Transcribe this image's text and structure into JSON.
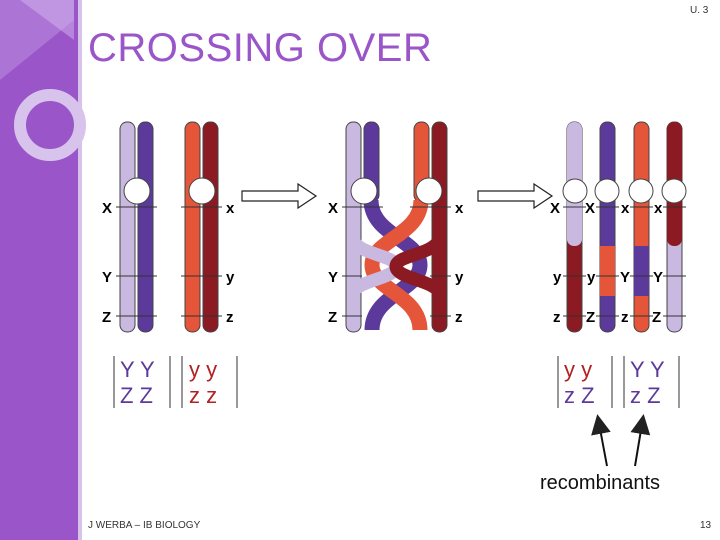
{
  "slide": {
    "title": "CROSSING OVER",
    "slide_id": "U. 3",
    "footer": "J WERBA – IB BIOLOGY",
    "page_number": "13",
    "recombinants_label": "recombinants"
  },
  "colors": {
    "sidebar": "#9a55c9",
    "chrom_light_purple": "#c9b8e0",
    "chrom_dark_purple": "#5b3a9c",
    "chrom_light_red": "#e4553a",
    "chrom_dark_red": "#8b1a22"
  },
  "diagram": {
    "before": {
      "left_labels": [
        "X",
        "Y",
        "Z"
      ],
      "right_labels": [
        "x",
        "y",
        "z"
      ]
    },
    "crossing": {
      "left_labels": [
        "X",
        "Y",
        "Z"
      ],
      "right_labels": [
        "x",
        "y",
        "z"
      ]
    },
    "after": {
      "top_labels": [
        "X",
        "X",
        "x",
        "x"
      ],
      "mid_labels": [
        "y",
        "y",
        "Y",
        "Y"
      ],
      "bottom_labels": [
        "z",
        "Z",
        "z",
        "Z"
      ]
    }
  },
  "alleles": {
    "left": {
      "group1": [
        "Y Y",
        "Z Z"
      ],
      "group2": [
        "y y",
        "z z"
      ]
    },
    "right": {
      "group1": [
        "y y",
        "z Z"
      ],
      "group2": [
        "Y Y",
        "z Z"
      ]
    }
  }
}
